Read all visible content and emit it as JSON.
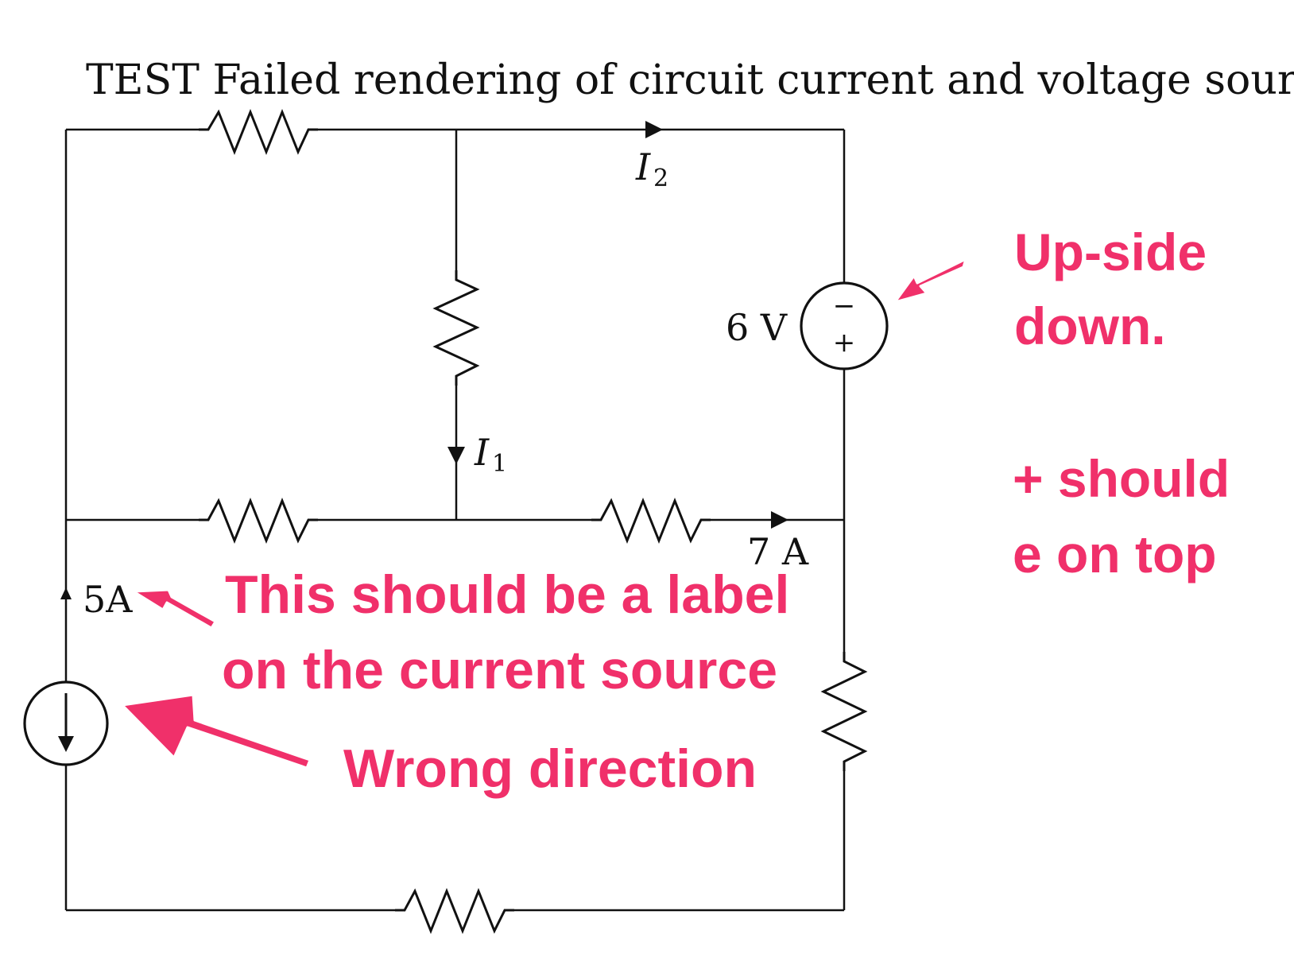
{
  "title": "TEST Failed rendering of circuit current and voltage sources:",
  "labels": {
    "i2_main": "I",
    "i2_sub": "2",
    "i1_main": "I",
    "i1_sub": "1",
    "voltage_source": "6 V",
    "vs_minus": "−",
    "vs_plus": "+",
    "current_7a": "7 A",
    "current_5a": "5A"
  },
  "annotations": {
    "upside_line1": "Up-side",
    "upside_line2": "down.",
    "plus_line1": "+ should",
    "plus_line2": "e on top",
    "label_line1": "This should be a label",
    "label_line2": "on the current source",
    "wrong_direction": "Wrong direction"
  },
  "colors": {
    "annotation": "#f0306a",
    "circuit": "#111111",
    "background": "#ffffff"
  }
}
